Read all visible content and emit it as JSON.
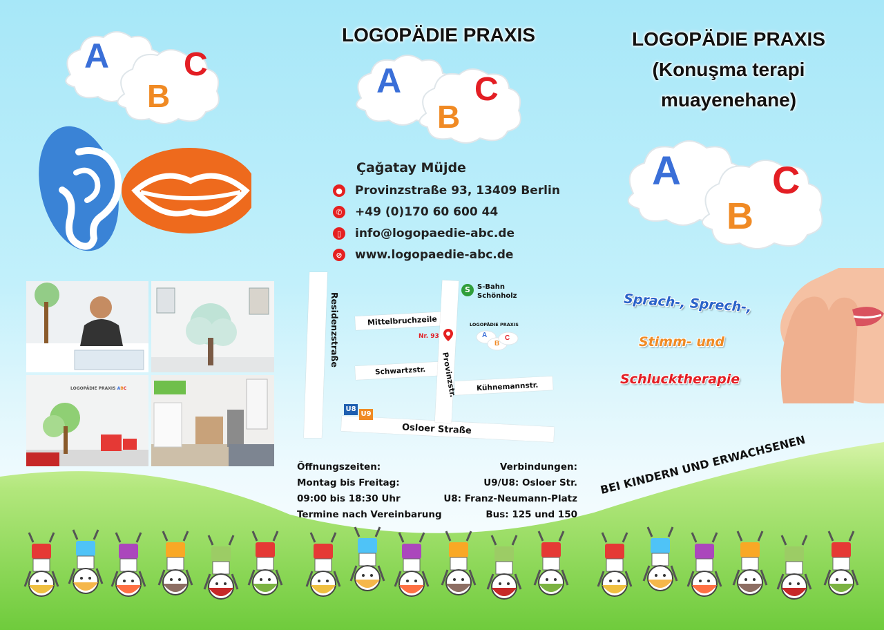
{
  "middle_panel": {
    "title": "LOGOPÄDIE PRAXIS",
    "cloud_letters": [
      "A",
      "B",
      "C"
    ],
    "contact": {
      "name": "Çağatay Müjde",
      "address": "Provinzstraße 93, 13409 Berlin",
      "phone": "+49 (0)170 60 600 44",
      "email": "info@logopaedie-abc.de",
      "website": "www.logopaedie-abc.de",
      "icons": [
        "location-pin-icon",
        "phone-icon",
        "mobile-icon",
        "globe-icon"
      ]
    },
    "map": {
      "streets": [
        "Residenzstraße",
        "Mittelbruchzeile",
        "Schwartzstr.",
        "Provinzstr.",
        "Kühnemannstr.",
        "Osloer Straße"
      ],
      "marker": "Nr. 93",
      "station_badge": "S",
      "station": [
        "S-Bahn",
        "Schönholz"
      ],
      "practice_label": "LOGOPÄDIE PRAXIS",
      "practice_letters": [
        "A",
        "B",
        "C"
      ],
      "ubahn": [
        "U8",
        "U9"
      ]
    },
    "hours": [
      "Öffnungszeiten:",
      "Montag bis Freitag:",
      "09:00 bis 18:30 Uhr",
      "Termine nach Vereinbarung"
    ],
    "connections": [
      "Verbindungen:",
      "U9/U8: Osloer Str.",
      "U8: Franz-Neumann-Platz",
      "Bus: 125 und 150"
    ]
  },
  "left_panel": {
    "cloud_letters": [
      "A",
      "B",
      "C"
    ],
    "room_sign": "LOGOPÄDIE PRAXIS",
    "room_sign_letters": [
      "A",
      "B",
      "C"
    ]
  },
  "right_panel": {
    "title_lines": [
      "LOGOPÄDIE PRAXIS",
      "(Konuşma terapi",
      "muayenehane)"
    ],
    "cloud_letters": [
      "A",
      "B",
      "C"
    ],
    "therapy_lines": [
      "Sprach-, Sprech-,",
      "Stimm- und",
      "Schlucktherapie"
    ],
    "tagline": "BEI KINDERN UND ERWACHSENEN"
  },
  "colors": {
    "letter_a": "#3a6fd8",
    "letter_b": "#f08a24",
    "letter_c": "#e31e24",
    "ear_blue": "#3a83d6",
    "mouth_orange": "#ee6a1d",
    "icon_red": "#e52020",
    "therapy_blue": "#2a62c9",
    "therapy_orange": "#f08a24",
    "therapy_red": "#e31e24",
    "grass": "#7ed24a"
  }
}
